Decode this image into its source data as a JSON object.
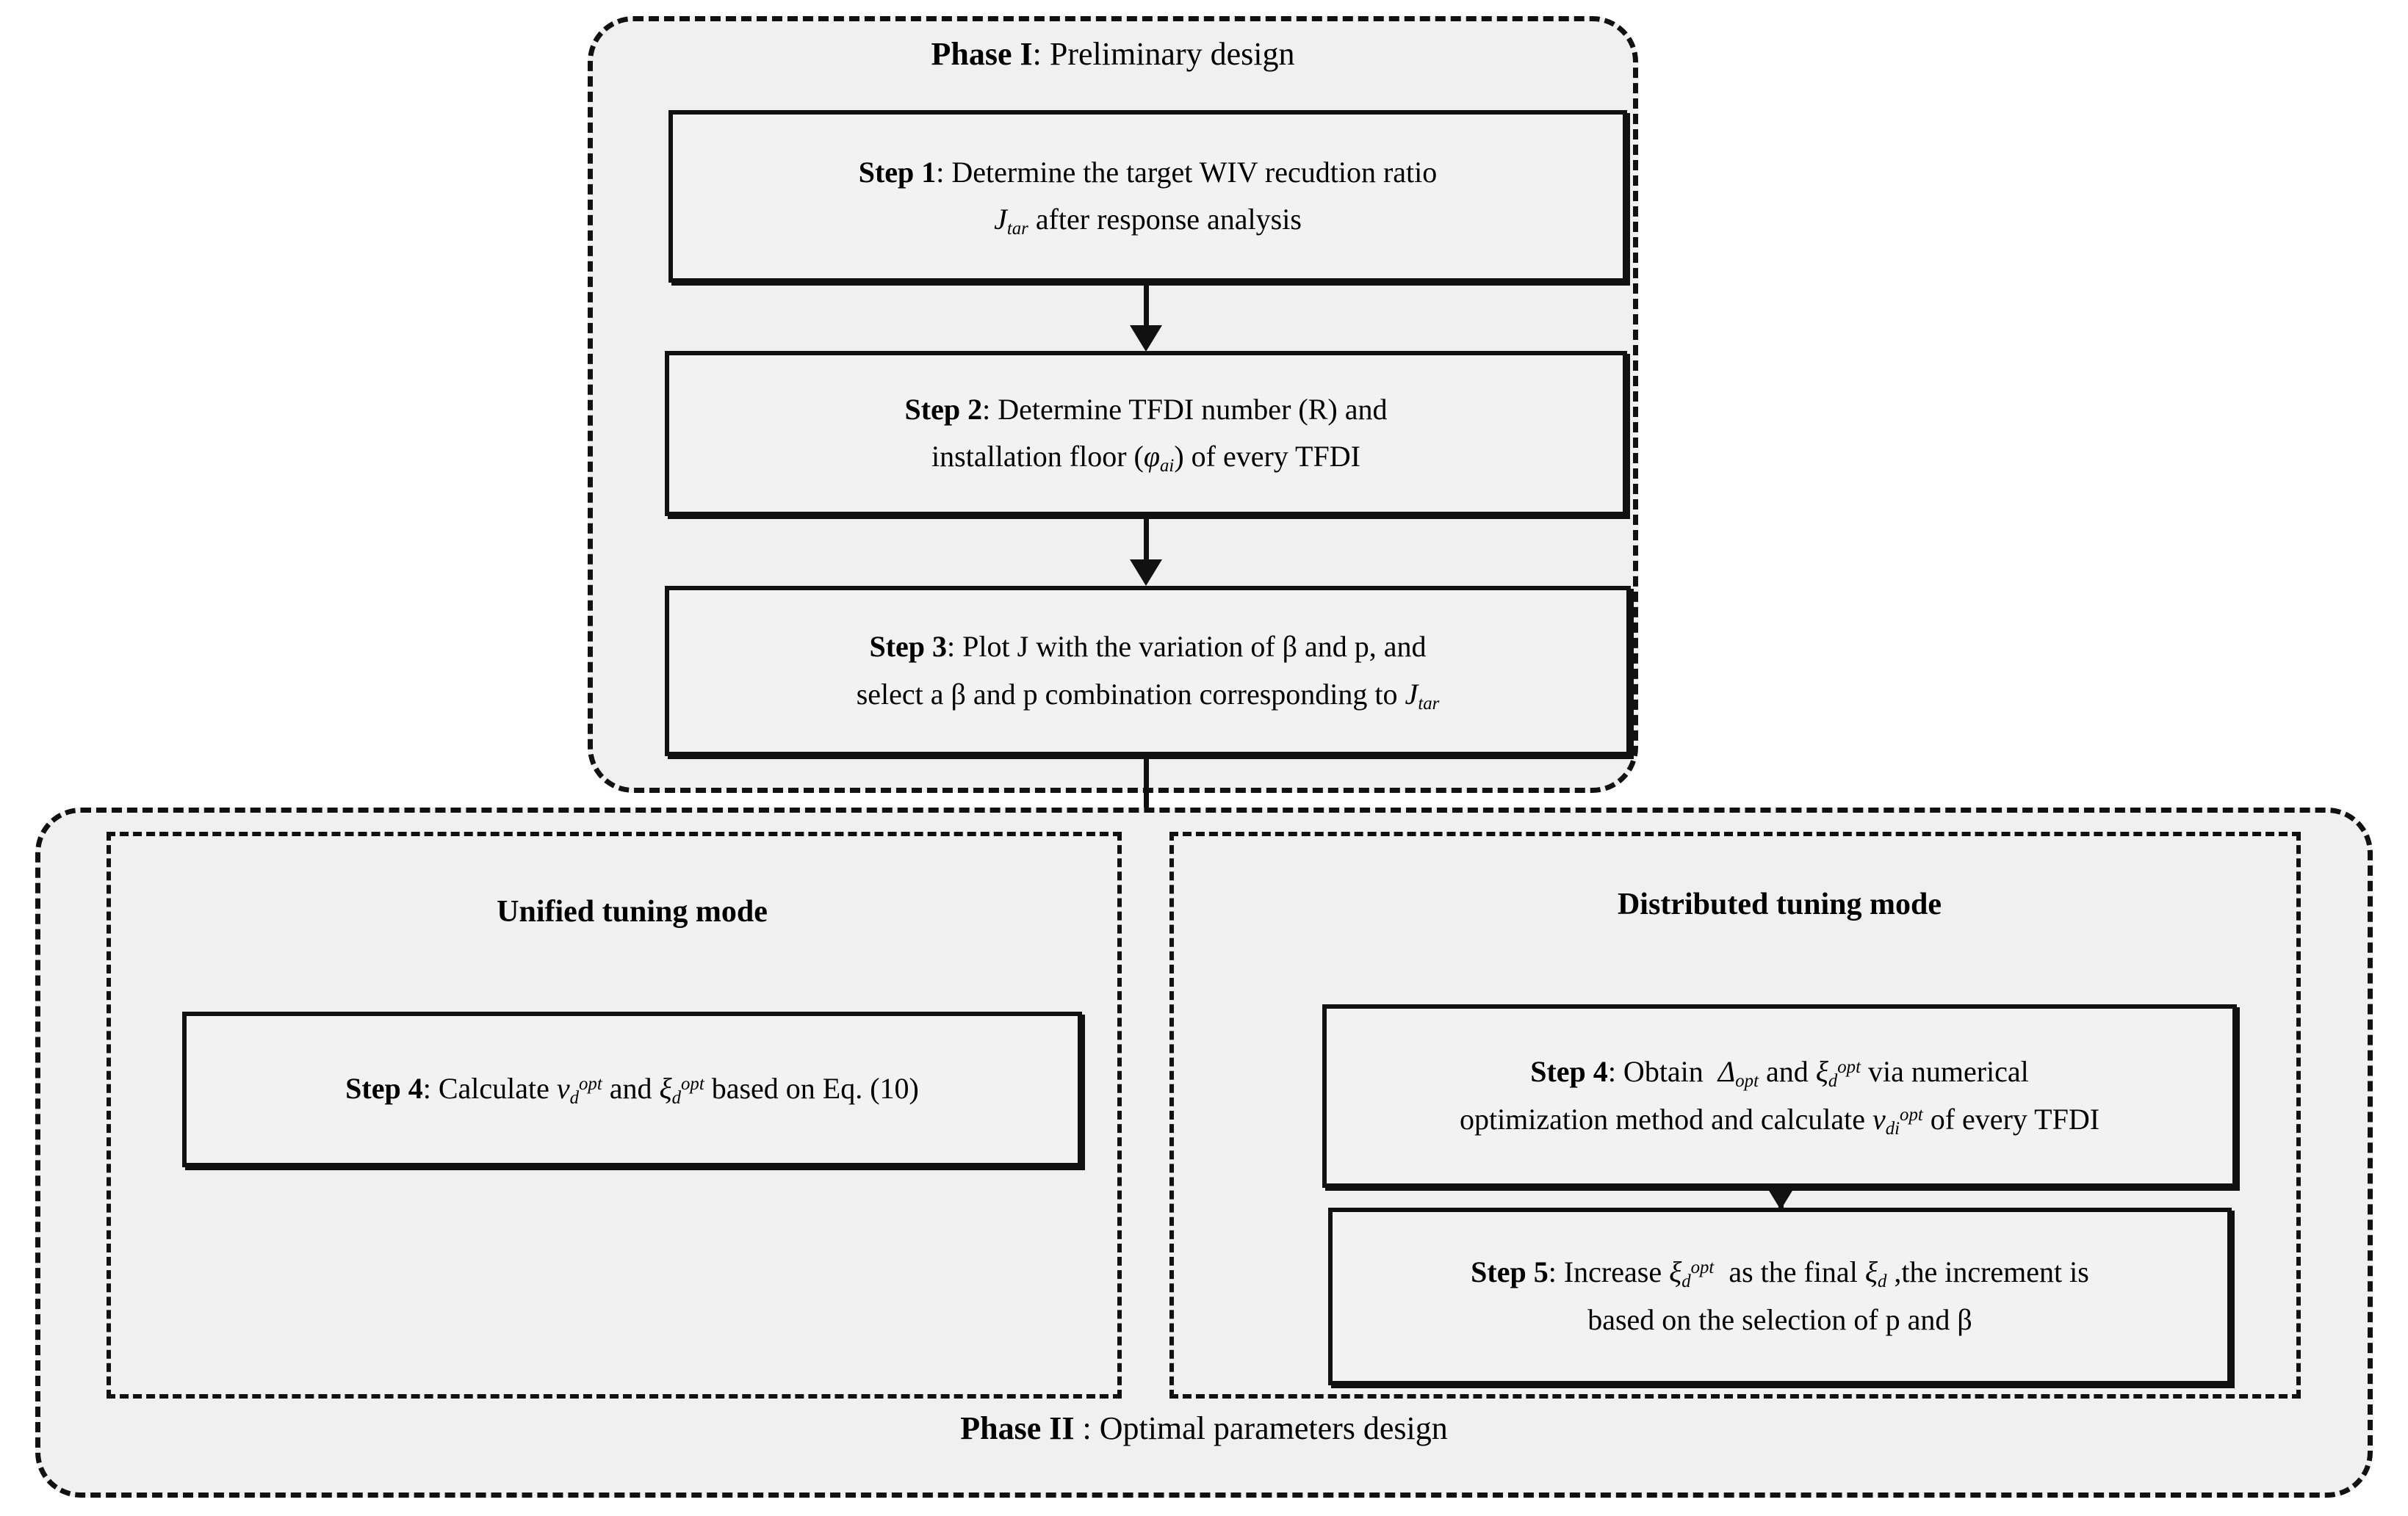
{
  "diagram": {
    "title_phase_1": "Phase I: Preliminary design",
    "title_phase_2": "Phase II : Optimal parameters design"
  },
  "phase1": {
    "label_strong": "Phase I",
    "label_rest": ": Preliminary design",
    "steps": [
      {
        "id": "step-1",
        "name": "Step 1",
        "line1_label": "Step 1",
        "line1_text": ": Determine the target WIV recudtion ratio",
        "line2_symbol": "J",
        "line2_sub": "tar",
        "line2_text": "after response analysis"
      },
      {
        "id": "step-2",
        "name": "Step 2",
        "line1_label": "Step 2",
        "line1_text": ": Determine TFDI number (R) and",
        "line2_text_a": "installation floor (",
        "line2_symbol": "φ",
        "line2_sub": "ai",
        "line2_text_b": ") of every TFDI"
      },
      {
        "id": "step-3",
        "name": "Step 3",
        "line1_label": "Step 3",
        "line1_text": ": Plot J with the variation of β and p, and",
        "line2_text_a": "select a β and p combination corresponding to",
        "line2_symbol": "J",
        "line2_sub": "tar"
      }
    ]
  },
  "phase2": {
    "label_strong": "Phase II",
    "label_rest": " : Optimal parameters design",
    "modes": [
      {
        "id": "unified",
        "label": "Unified tuning mode",
        "steps": [
          {
            "id": "step-4-unified",
            "name": "Step 4",
            "line1_label": "Step 4",
            "line1_a": ": Calculate",
            "sym1": "v",
            "sym1_sub": "d",
            "sym1_sup": "opt",
            "line1_b": "and",
            "sym2": "ξ",
            "sym2_sub": "d",
            "sym2_sup": "opt",
            "line1_c": "based on Eq. (10)"
          }
        ]
      },
      {
        "id": "distributed",
        "label": "Distributed tuning mode",
        "steps": [
          {
            "id": "step-4-distributed",
            "name": "Step 4",
            "line1_label": "Step 4",
            "line1_a": ": Obtain",
            "sym1": "Δ",
            "sym1_sub": "opt",
            "line1_b": "and",
            "sym2": "ξ",
            "sym2_sub": "d",
            "sym2_sup": "opt",
            "line1_c": "via numerical",
            "line2_a": "optimization method and calculate",
            "sym3": "v",
            "sym3_sub": "di",
            "sym3_sup": "opt",
            "line2_b": "of every TFDI"
          },
          {
            "id": "step-5-distributed",
            "name": "Step 5",
            "line1_label": "Step 5",
            "line1_a": ": Increase",
            "sym1": "ξ",
            "sym1_sub": "d",
            "sym1_sup": "opt",
            "line1_b": "as the final",
            "sym2": "ξ",
            "sym2_sub": "d",
            "line1_c": ",the increment is",
            "line2_a": "based on the selection of p and β"
          }
        ]
      }
    ]
  },
  "colors": {
    "panel_fill": "#f0f0f0",
    "box_fill": "#f2f2f2",
    "stroke": "#111111",
    "page": "#ffffff"
  }
}
